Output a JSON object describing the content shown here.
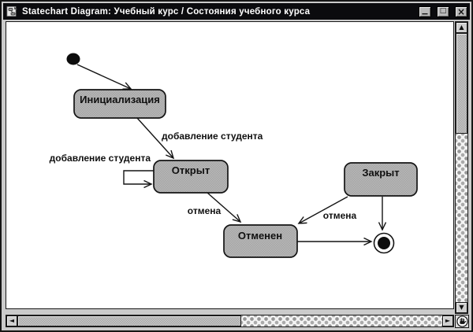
{
  "window": {
    "title": "Statechart Diagram: Учебный курс / Состояния учебного курса",
    "controls": {
      "minimize": "▁",
      "maximize": "□",
      "close": "×"
    }
  },
  "diagram": {
    "type": "uml-statechart",
    "states": [
      {
        "kind": "state",
        "label": "Инициализация"
      },
      {
        "kind": "state",
        "label": "Открыт"
      },
      {
        "kind": "state",
        "label": "Закрыт"
      },
      {
        "kind": "state",
        "label": "Отменен"
      }
    ],
    "pseudostates": [
      {
        "kind": "initial"
      },
      {
        "kind": "final"
      }
    ],
    "transitions": [
      {
        "from": "initial",
        "to": "Инициализация",
        "label": ""
      },
      {
        "from": "Инициализация",
        "to": "Открыт",
        "label": "добавление студента"
      },
      {
        "from": "Открыт",
        "to": "Открыт",
        "label": "добавление студента"
      },
      {
        "from": "Открыт",
        "to": "Отменен",
        "label": "отмена"
      },
      {
        "from": "Закрыт",
        "to": "Отменен",
        "label": "отмена"
      },
      {
        "from": "Закрыт",
        "to": "final",
        "label": ""
      },
      {
        "from": "Отменен",
        "to": "final",
        "label": ""
      }
    ]
  },
  "icons": {
    "scroll_up": "▲",
    "scroll_down": "▼",
    "scroll_left": "◄",
    "scroll_right": "►"
  },
  "colors": {
    "titlebar_bg": "#0b0b0e",
    "titlebar_text": "#ffffff",
    "canvas_bg": "#ffffff",
    "state_fill": "#b3b3b3",
    "state_border": "#141414",
    "line": "#141414",
    "chrome": "#cbcbcb"
  }
}
